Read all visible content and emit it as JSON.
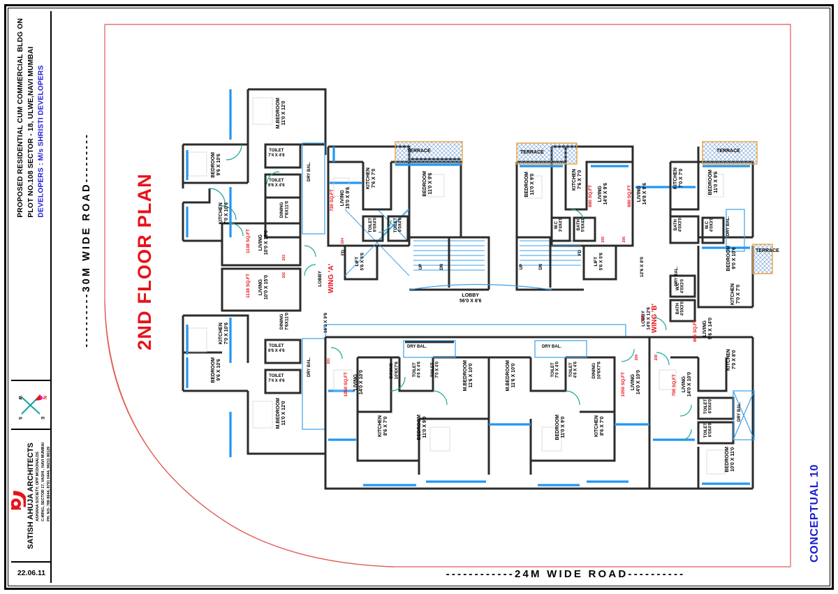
{
  "sheet": {
    "title_block": {
      "project_lines": [
        {
          "text": "PROPOSED RESIDENTIAL CUM COMMERCIAL  BLDG ON",
          "color": "#000000"
        },
        {
          "text": "PLOT NO.108 SECTOR - 18, ULWE,NAVI MUMBAI",
          "color": "#000000"
        },
        {
          "text": "DEVELOPERS : M/s  SHRISTI DEVELOPERS",
          "color": "#1b1bd4"
        }
      ],
      "architect_name": "SATISH AHUJA ARCHITECTS",
      "architect_address_1": "ASHIANA  SOCIETY, OPP MCDONALDS",
      "architect_address_2": "C-WING, SECTOR 17, VASHI , NAVI MUMBAI",
      "architect_phone": "PH. NO- 789 8644, 8791 0444, 98211 86129",
      "date": "22.06.11",
      "compass": {
        "n": "N",
        "s": "S",
        "e": "E",
        "w": "W"
      }
    },
    "drawing_title": "2ND FLOOR PLAN",
    "drawing_title_color": "#e8121a",
    "revision_label": "CONCEPTUAL 10",
    "revision_label_color": "#1b1bd4",
    "roads": {
      "left": "----------30M WIDE ROAD---------",
      "bottom": "------------24M WIDE ROAD----------"
    }
  },
  "plan": {
    "wings": [
      {
        "name": "WING 'A'",
        "sub": "LOBBY",
        "color": "#e8121a"
      },
      {
        "name": "WING 'B'",
        "sub": "LOBBY",
        "dim": "14'0 X 12'6",
        "color": "#e8121a"
      }
    ],
    "common": {
      "lobby_label": "LOBBY",
      "lobby_dim": "56'0 X 6'6",
      "lift_label": "LIFT",
      "lift_dim": "5'6 X 5'6",
      "stair_up": "UP",
      "stair_dn": "DN",
      "fd": "FD",
      "corridor_dim_a": "16'3 X 9'6",
      "corridor_dim_b": "12'6 X 8'0"
    },
    "units": [
      {
        "id": "A1",
        "area": "1138 SQ.FT",
        "rooms": [
          {
            "name": "M.BEDROOM",
            "dim": "11'0 X 12'0"
          },
          {
            "name": "BEDROOM",
            "dim": "9'6 X 10'6"
          },
          {
            "name": "KITCHEN",
            "dim": "7'0 X 10'6"
          },
          {
            "name": "DINING",
            "dim": "7'6X11'0"
          },
          {
            "name": "TOILET",
            "dim": "7'4 X 4'6"
          },
          {
            "name": "TOILET",
            "dim": "6'6 X 4'6"
          },
          {
            "name": "LIVING",
            "dim": "10'0 X 15'0"
          },
          {
            "name": "DRY BAL.",
            "dim": ""
          }
        ]
      },
      {
        "id": "A2",
        "area": "1138 SQ.FT",
        "rooms": [
          {
            "name": "M.BEDROOM",
            "dim": "11'0 X 12'0"
          },
          {
            "name": "BEDROOM",
            "dim": "9'6 X 10'6"
          },
          {
            "name": "KITCHEN",
            "dim": "7'0 X 10'6"
          },
          {
            "name": "DINING",
            "dim": "7'6X11'0"
          },
          {
            "name": "TOILET",
            "dim": "6'6 X 4'6"
          },
          {
            "name": "TOILET",
            "dim": "7'4 X 4'6"
          },
          {
            "name": "LIVING",
            "dim": "10'0 X 15'0"
          },
          {
            "name": "DRY BAL.",
            "dim": ""
          }
        ]
      },
      {
        "id": "A3",
        "area": "720 SQ.FT",
        "rooms": [
          {
            "name": "LIVING",
            "dim": "15'0 X 9'6"
          },
          {
            "name": "KITCHEN",
            "dim": "7'6 X 7'0"
          },
          {
            "name": "BEDROOM",
            "dim": "11'0 X 9'6"
          },
          {
            "name": "TOILET",
            "dim": "6'0X4'0"
          },
          {
            "name": "TOILET",
            "dim": "6'0X4'0"
          },
          {
            "name": "TERRACE",
            "dim": ""
          }
        ]
      },
      {
        "id": "B1",
        "area": "680 SQ.FT",
        "rooms": [
          {
            "name": "LIVING",
            "dim": "14'8 X 9'6"
          },
          {
            "name": "KITCHEN",
            "dim": "7'6 X 7'0"
          },
          {
            "name": "BEDROOM",
            "dim": "11'0 X 9'0"
          },
          {
            "name": "BATH",
            "dim": "5'6X4'0"
          },
          {
            "name": "W.C",
            "dim": "3'4X4'0"
          },
          {
            "name": "TERRACE",
            "dim": ""
          }
        ]
      },
      {
        "id": "B2",
        "area": "680 SQ.FT",
        "rooms": [
          {
            "name": "LIVING",
            "dim": "14'8 X 9'6"
          },
          {
            "name": "KITCHEN",
            "dim": "7'6 X 7'0"
          },
          {
            "name": "BEDROOM",
            "dim": "11'0 X 9'0"
          },
          {
            "name": "BATH",
            "dim": "5'6X4'0"
          },
          {
            "name": "W.C",
            "dim": "3'4X4'0"
          },
          {
            "name": "DRY BAL.",
            "dim": ""
          },
          {
            "name": "TERRACE",
            "dim": ""
          }
        ]
      },
      {
        "id": "B3",
        "area": "665 SQ.FT",
        "rooms": [
          {
            "name": "LIVING",
            "dim": "9'6 X 14'0"
          },
          {
            "name": "KITCHEN",
            "dim": "7'0 X 7'0"
          },
          {
            "name": "BEDROOM",
            "dim": "9'0 X 10'6"
          },
          {
            "name": "BATH",
            "dim": "4'0X3'0"
          },
          {
            "name": "W.C",
            "dim": "4'0X3'0"
          },
          {
            "name": "DRY BAL.",
            "dim": ""
          },
          {
            "name": "TERRACE",
            "dim": ""
          }
        ]
      },
      {
        "id": "C1",
        "area": "1050 SQ.FT",
        "rooms": [
          {
            "name": "LIVING",
            "dim": "14'0 X 10'0"
          },
          {
            "name": "DINING",
            "dim": "10'6X7'6"
          },
          {
            "name": "M.BEDROOM",
            "dim": "11'6 X 10'0"
          },
          {
            "name": "BEDROOM",
            "dim": "11'0 X 9'0"
          },
          {
            "name": "KITCHEN",
            "dim": "8'6 X 7'0"
          },
          {
            "name": "TOILET",
            "dim": "4'6 X 4'6"
          },
          {
            "name": "TOILET",
            "dim": "7'0 X 4'0"
          },
          {
            "name": "DRY BAL.",
            "dim": ""
          }
        ]
      },
      {
        "id": "C2",
        "area": "1050 SQ.FT",
        "rooms": [
          {
            "name": "LIVING",
            "dim": "14'0 X 10'0"
          },
          {
            "name": "DINING",
            "dim": "10'6X7'6"
          },
          {
            "name": "M.BEDROOM",
            "dim": "11'6 X 10'0"
          },
          {
            "name": "BEDROOM",
            "dim": "11'0 X 9'0"
          },
          {
            "name": "KITCHEN",
            "dim": "8'6 X 7'0"
          },
          {
            "name": "TOILET",
            "dim": "4'6 X 4'6"
          },
          {
            "name": "TOILET",
            "dim": "7'0 X 4'0"
          },
          {
            "name": "DRY BAL.",
            "dim": ""
          }
        ]
      },
      {
        "id": "D1",
        "area": "700 SQ.FT",
        "rooms": [
          {
            "name": "LIVING",
            "dim": "14'0 X 10'0"
          },
          {
            "name": "KITCHEN",
            "dim": "7'0 X 8'0"
          },
          {
            "name": "BEDROOM",
            "dim": "10'0 X 11'0"
          },
          {
            "name": "TOILET",
            "dim": "6'0X4'0"
          },
          {
            "name": "TOILET",
            "dim": "6'0X4'0"
          },
          {
            "name": "DRY BAL.",
            "dim": ""
          }
        ]
      }
    ],
    "labels": {
      "terrace": "TERRACE",
      "dry_bal": "DRY BAL.",
      "toilet": "TOILET",
      "bath": "BATH",
      "wc": "W.C",
      "kitchen": "KITCHEN",
      "bedroom": "BEDROOM",
      "m_bedroom": "M.BEDROOM",
      "living": "LIVING",
      "dining": "DINING",
      "lift": "LIFT",
      "lobby": "LOBBY"
    },
    "door_numbers": [
      "201",
      "202",
      "203",
      "204",
      "205",
      "206",
      "207",
      "208",
      "209",
      "210"
    ]
  }
}
